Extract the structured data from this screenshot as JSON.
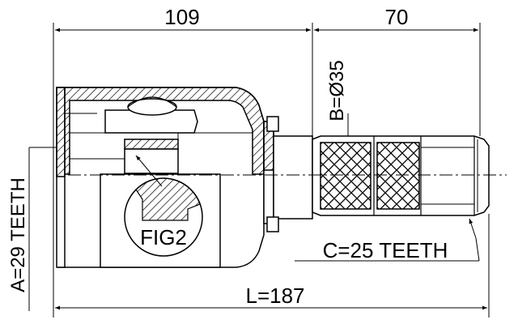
{
  "dimensions": {
    "body_length": "109",
    "shaft_length": "70",
    "total_length": "L=187",
    "shaft_diameter": "B=Ø35",
    "outer_spline": "A=29 TEETH",
    "shaft_spline": "C=25 TEETH"
  },
  "figure_label": "FIG2",
  "colors": {
    "line": "#000000",
    "background": "#ffffff"
  }
}
